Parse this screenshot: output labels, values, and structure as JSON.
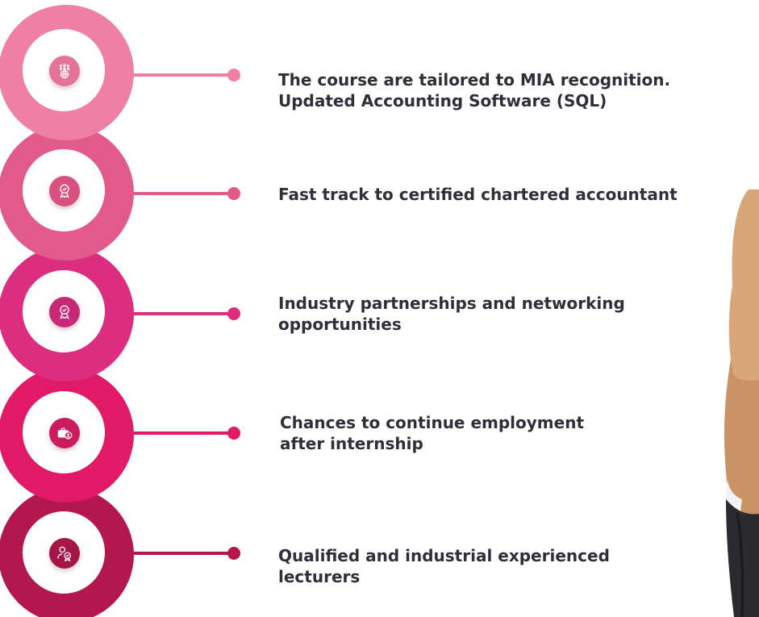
{
  "features": [
    {
      "text": "The course are tailored to MIA recognition.\nUpdated Accounting Software (SQL)",
      "icon": "team-globe-icon",
      "ring_color": "#f07fa6",
      "badge_color": "#e3739a"
    },
    {
      "text": "Fast track to certified chartered accountant",
      "icon": "award-ribbon-icon",
      "ring_color": "#e25a8a",
      "badge_color": "#d94f80"
    },
    {
      "text": "Industry partnerships and networking\nopportunities",
      "icon": "award-ribbon-icon",
      "ring_color": "#db2e80",
      "badge_color": "#c92877"
    },
    {
      "text": "Chances to continue employment\nafter internship",
      "icon": "briefcase-person-icon",
      "ring_color": "#e01a66",
      "badge_color": "#cc1a5e"
    },
    {
      "text": "Qualified and industrial experienced\nlecturers",
      "icon": "certified-person-icon",
      "ring_color": "#b3174d",
      "badge_color": "#a51648"
    }
  ]
}
